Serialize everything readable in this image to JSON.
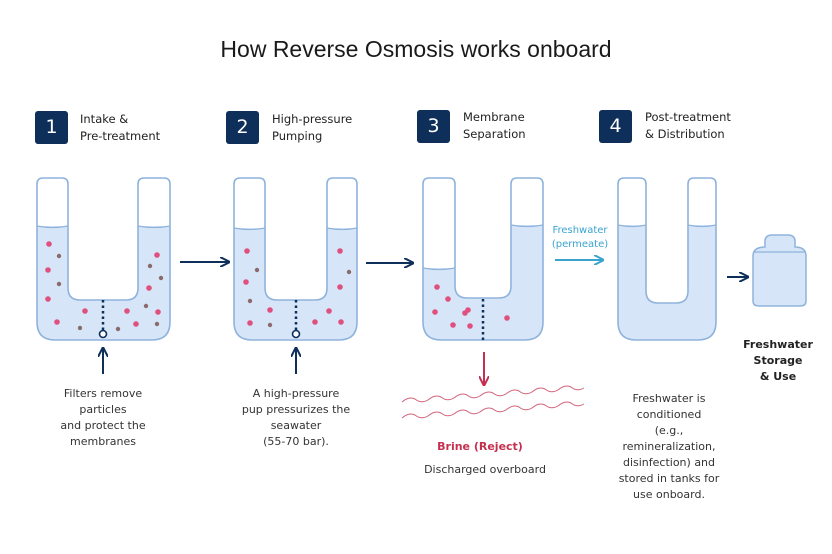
{
  "title": "How Reverse Osmosis works onboard",
  "steps": [
    {
      "number": "1",
      "label": "Intake &\nPre-treatment",
      "description": "Filters remove\nparticles\nand protect the\nmembranes"
    },
    {
      "number": "2",
      "label": "High-pressure\nPumping",
      "description": "A high-pressure\npup pressurizes the\nseawater\n(55-70 bar)."
    },
    {
      "number": "3",
      "label": "Membrane\nSeparation",
      "brine_label": "Brine (Reject)",
      "description": "Discharged overboard"
    },
    {
      "number": "4",
      "label": "Post-treatment\n& Distribution",
      "description": "Freshwater is\nconditioned\n(e.g.,\nremineralization,\ndisinfection) and\nstored in tanks for\nuse onboard."
    }
  ],
  "permeate_label": "Freshwater\n(permeate)",
  "storage_label": "Freshwater\nStorage\n& Use",
  "colors": {
    "navy": "#0d2f5a",
    "water": "#d6e6f8",
    "outline": "#8fb3dc",
    "brine": "#c4304f",
    "permeate": "#3aa3d0",
    "salt_pink": "#e0507e",
    "salt_brown": "#8a6a6a"
  }
}
